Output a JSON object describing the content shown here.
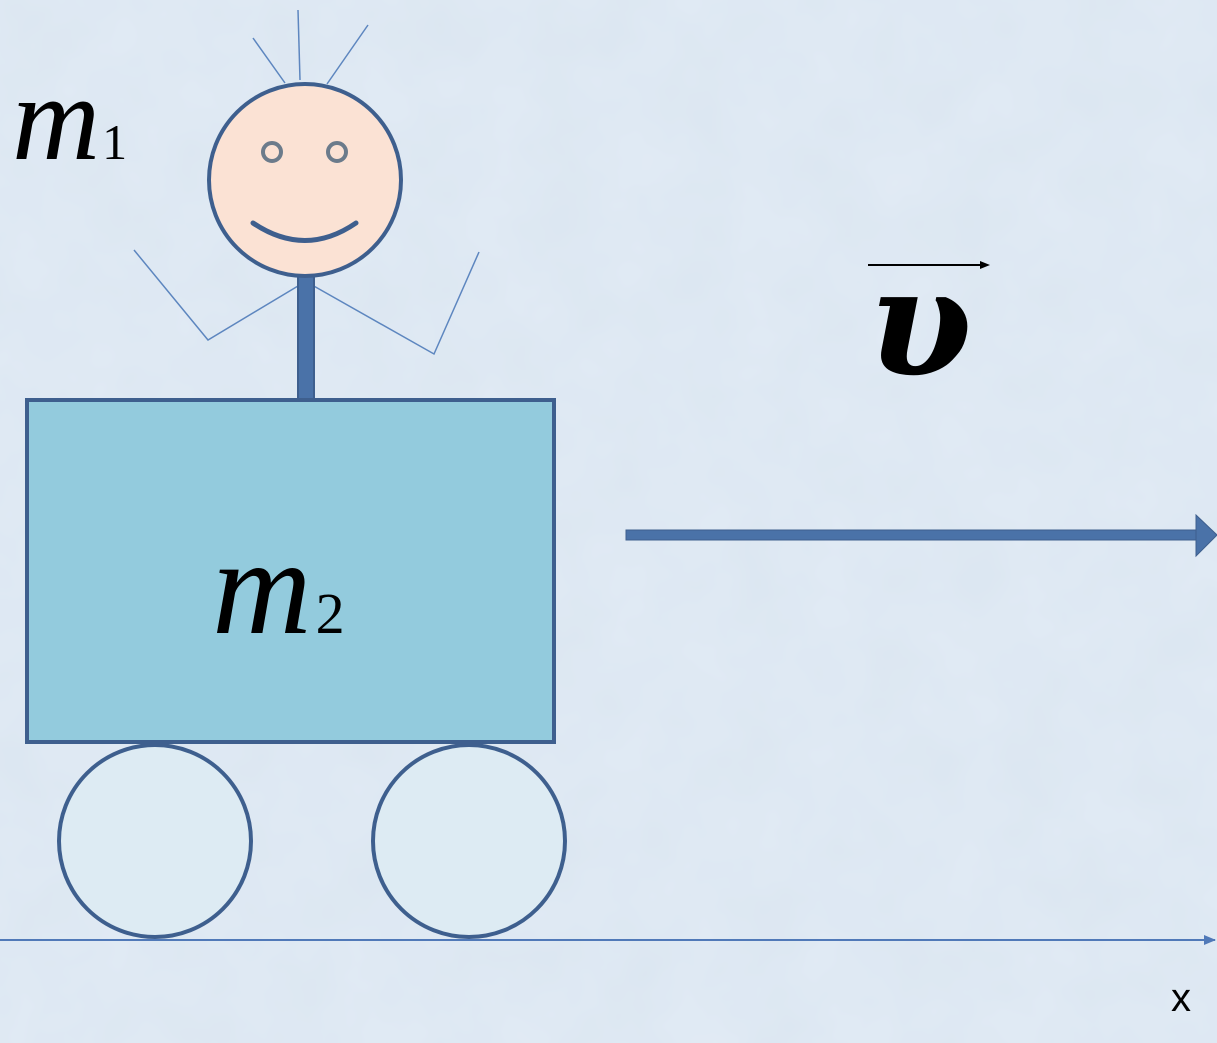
{
  "labels": {
    "person_mass_symbol": "m",
    "person_mass_subscript": "1",
    "cart_mass_symbol": "m",
    "cart_mass_subscript": "2",
    "velocity_symbol": "υ",
    "axis_label": "x"
  },
  "colors": {
    "background": "#dbe6f1",
    "cart_fill": "#93cbdd",
    "outline": "#3e5f8e",
    "wheel_fill": "#ddebf3",
    "face_fill": "#fbe2d4",
    "arrow": "#4a72a8",
    "axis": "#5079b8",
    "limb_line": "#5d86bf"
  }
}
